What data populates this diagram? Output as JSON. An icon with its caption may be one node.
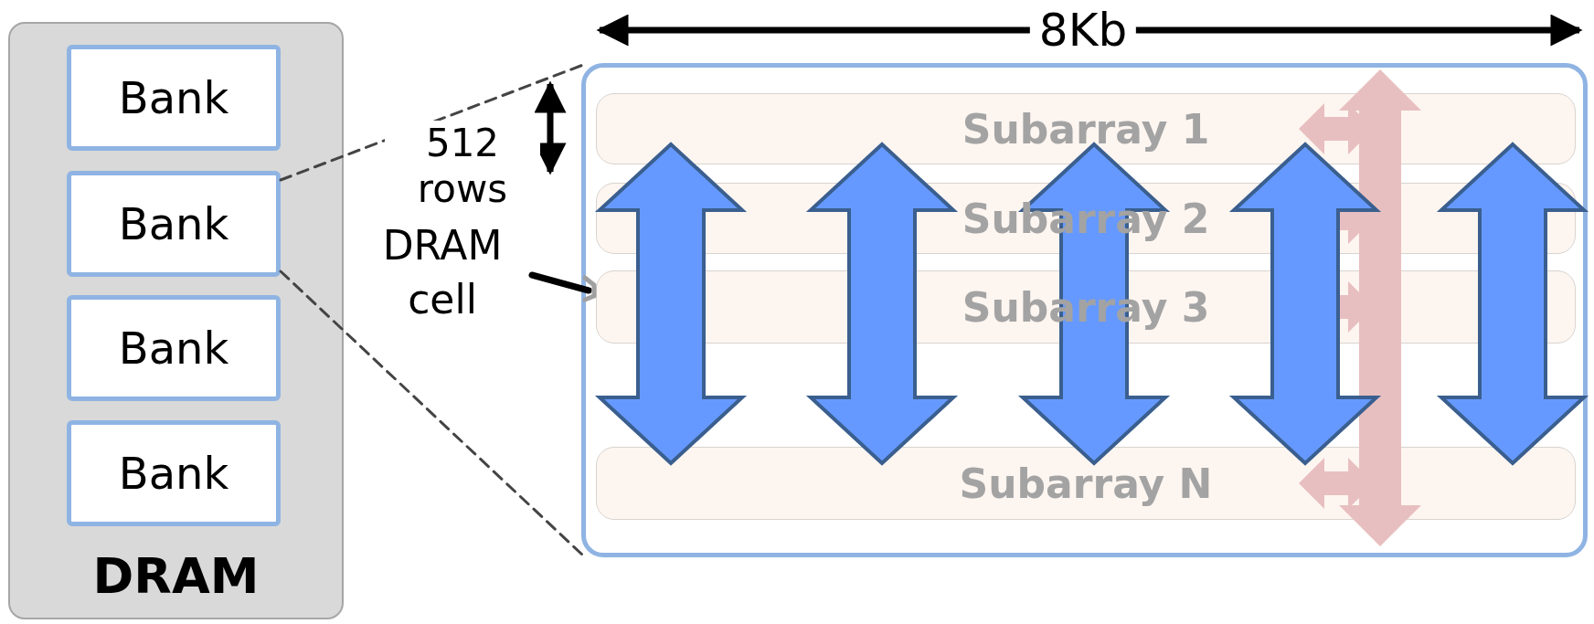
{
  "diagram": {
    "nodes": [
      {
        "text": [
          "DRAM"
        ]
      },
      {
        "text": [
          "Bank"
        ],
        "in": 0
      },
      {
        "text": [
          "Bank"
        ],
        "in": 0
      },
      {
        "text": [
          "Bank"
        ],
        "in": 0
      },
      {
        "text": [
          "Bank"
        ],
        "in": 0
      },
      {
        "text": [],
        "shape": "box"
      },
      {
        "text": [
          "Subarray 1"
        ],
        "in": 5
      },
      {
        "text": [
          "Subarray 2"
        ],
        "in": 5
      },
      {
        "text": [
          "Subarray 3"
        ],
        "in": 5
      },
      {
        "text": [
          "Subarray N"
        ],
        "in": 5
      },
      {
        "text": [
          "DRAM cell"
        ]
      }
    ],
    "edges": [
      {
        "from": 2,
        "to": 5,
        "arrow": "none",
        "style": "dashed"
      },
      {
        "from": 2,
        "to": 5,
        "arrow": "none",
        "style": "dashed"
      },
      {
        "from": 10,
        "to": 8,
        "arrow": "none",
        "style": "thick"
      },
      {
        "from": 6,
        "to": 9,
        "arrow": "both",
        "style": "thick",
        "color": "#6699ff"
      },
      {
        "from": 6,
        "to": 9,
        "arrow": "both",
        "style": "thick",
        "color": "#6699ff"
      },
      {
        "from": 6,
        "to": 9,
        "arrow": "both",
        "style": "thick",
        "color": "#6699ff"
      },
      {
        "from": 6,
        "to": 9,
        "arrow": "both",
        "style": "thick",
        "color": "#6699ff"
      },
      {
        "from": 6,
        "to": 9,
        "arrow": "both",
        "style": "thick",
        "color": "#6699ff"
      }
    ],
    "labels": [
      "8Kb",
      "512 rows"
    ]
  }
}
